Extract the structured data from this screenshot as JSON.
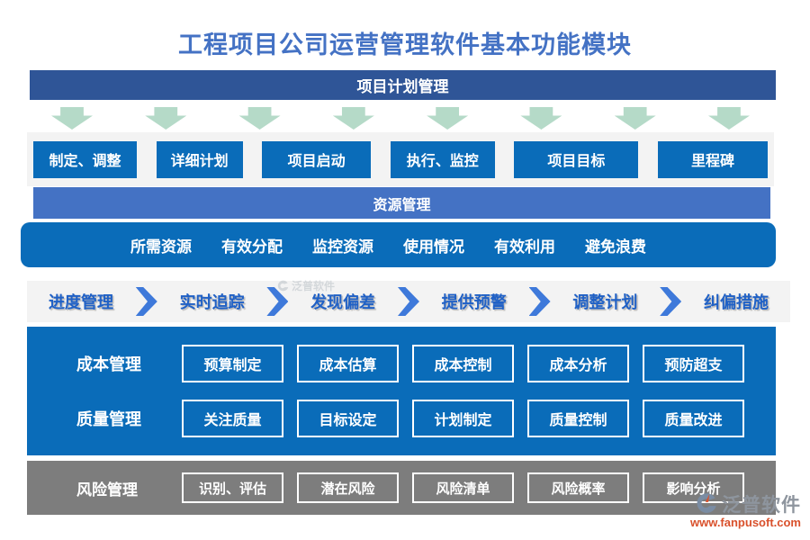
{
  "title": "工程项目公司运营管理软件基本功能模块",
  "colors": {
    "title_blue": "#4472C4",
    "navy_banner": "#2F5597",
    "bright_blue": "#0A6CB9",
    "medium_blue_banner": "#4472C4",
    "mint_arrow": "#B5DAC8",
    "strip_gray": "#F3F3F3",
    "flow_text_blue": "#2061C6",
    "chevron_blue": "#3E79DA",
    "risk_gray": "#7D7D7D",
    "watermark_gray": "#8E959E",
    "watermark_orange": "#D9512C"
  },
  "plan_banner": {
    "label": "项目计划管理"
  },
  "plan_buttons": [
    "制定、调整",
    "详细计划",
    "项目启动",
    "执行、监控",
    "项目目标",
    "里程碑"
  ],
  "resource_banner": {
    "label": "资源管理"
  },
  "resource_items": [
    "所需资源",
    "有效分配",
    "监控资源",
    "使用情况",
    "有效利用",
    "避免浪费"
  ],
  "progress_flow": {
    "steps": [
      "进度管理",
      "实时追踪",
      "发现偏差",
      "提供预警",
      "调整计划",
      "纠偏措施"
    ]
  },
  "cost_quality_panel": {
    "rows": [
      {
        "label": "成本管理",
        "items": [
          "预算制定",
          "成本估算",
          "成本控制",
          "成本分析",
          "预防超支"
        ]
      },
      {
        "label": "质量管理",
        "items": [
          "关注质量",
          "目标设定",
          "计划制定",
          "质量控制",
          "质量改进"
        ]
      }
    ]
  },
  "risk_panel": {
    "label": "风险管理",
    "items": [
      "识别、评估",
      "潜在风险",
      "风险清单",
      "风险概率",
      "影响分析"
    ]
  },
  "watermark": {
    "brand": "泛普软件",
    "url": "www.fanpusoft.com"
  }
}
